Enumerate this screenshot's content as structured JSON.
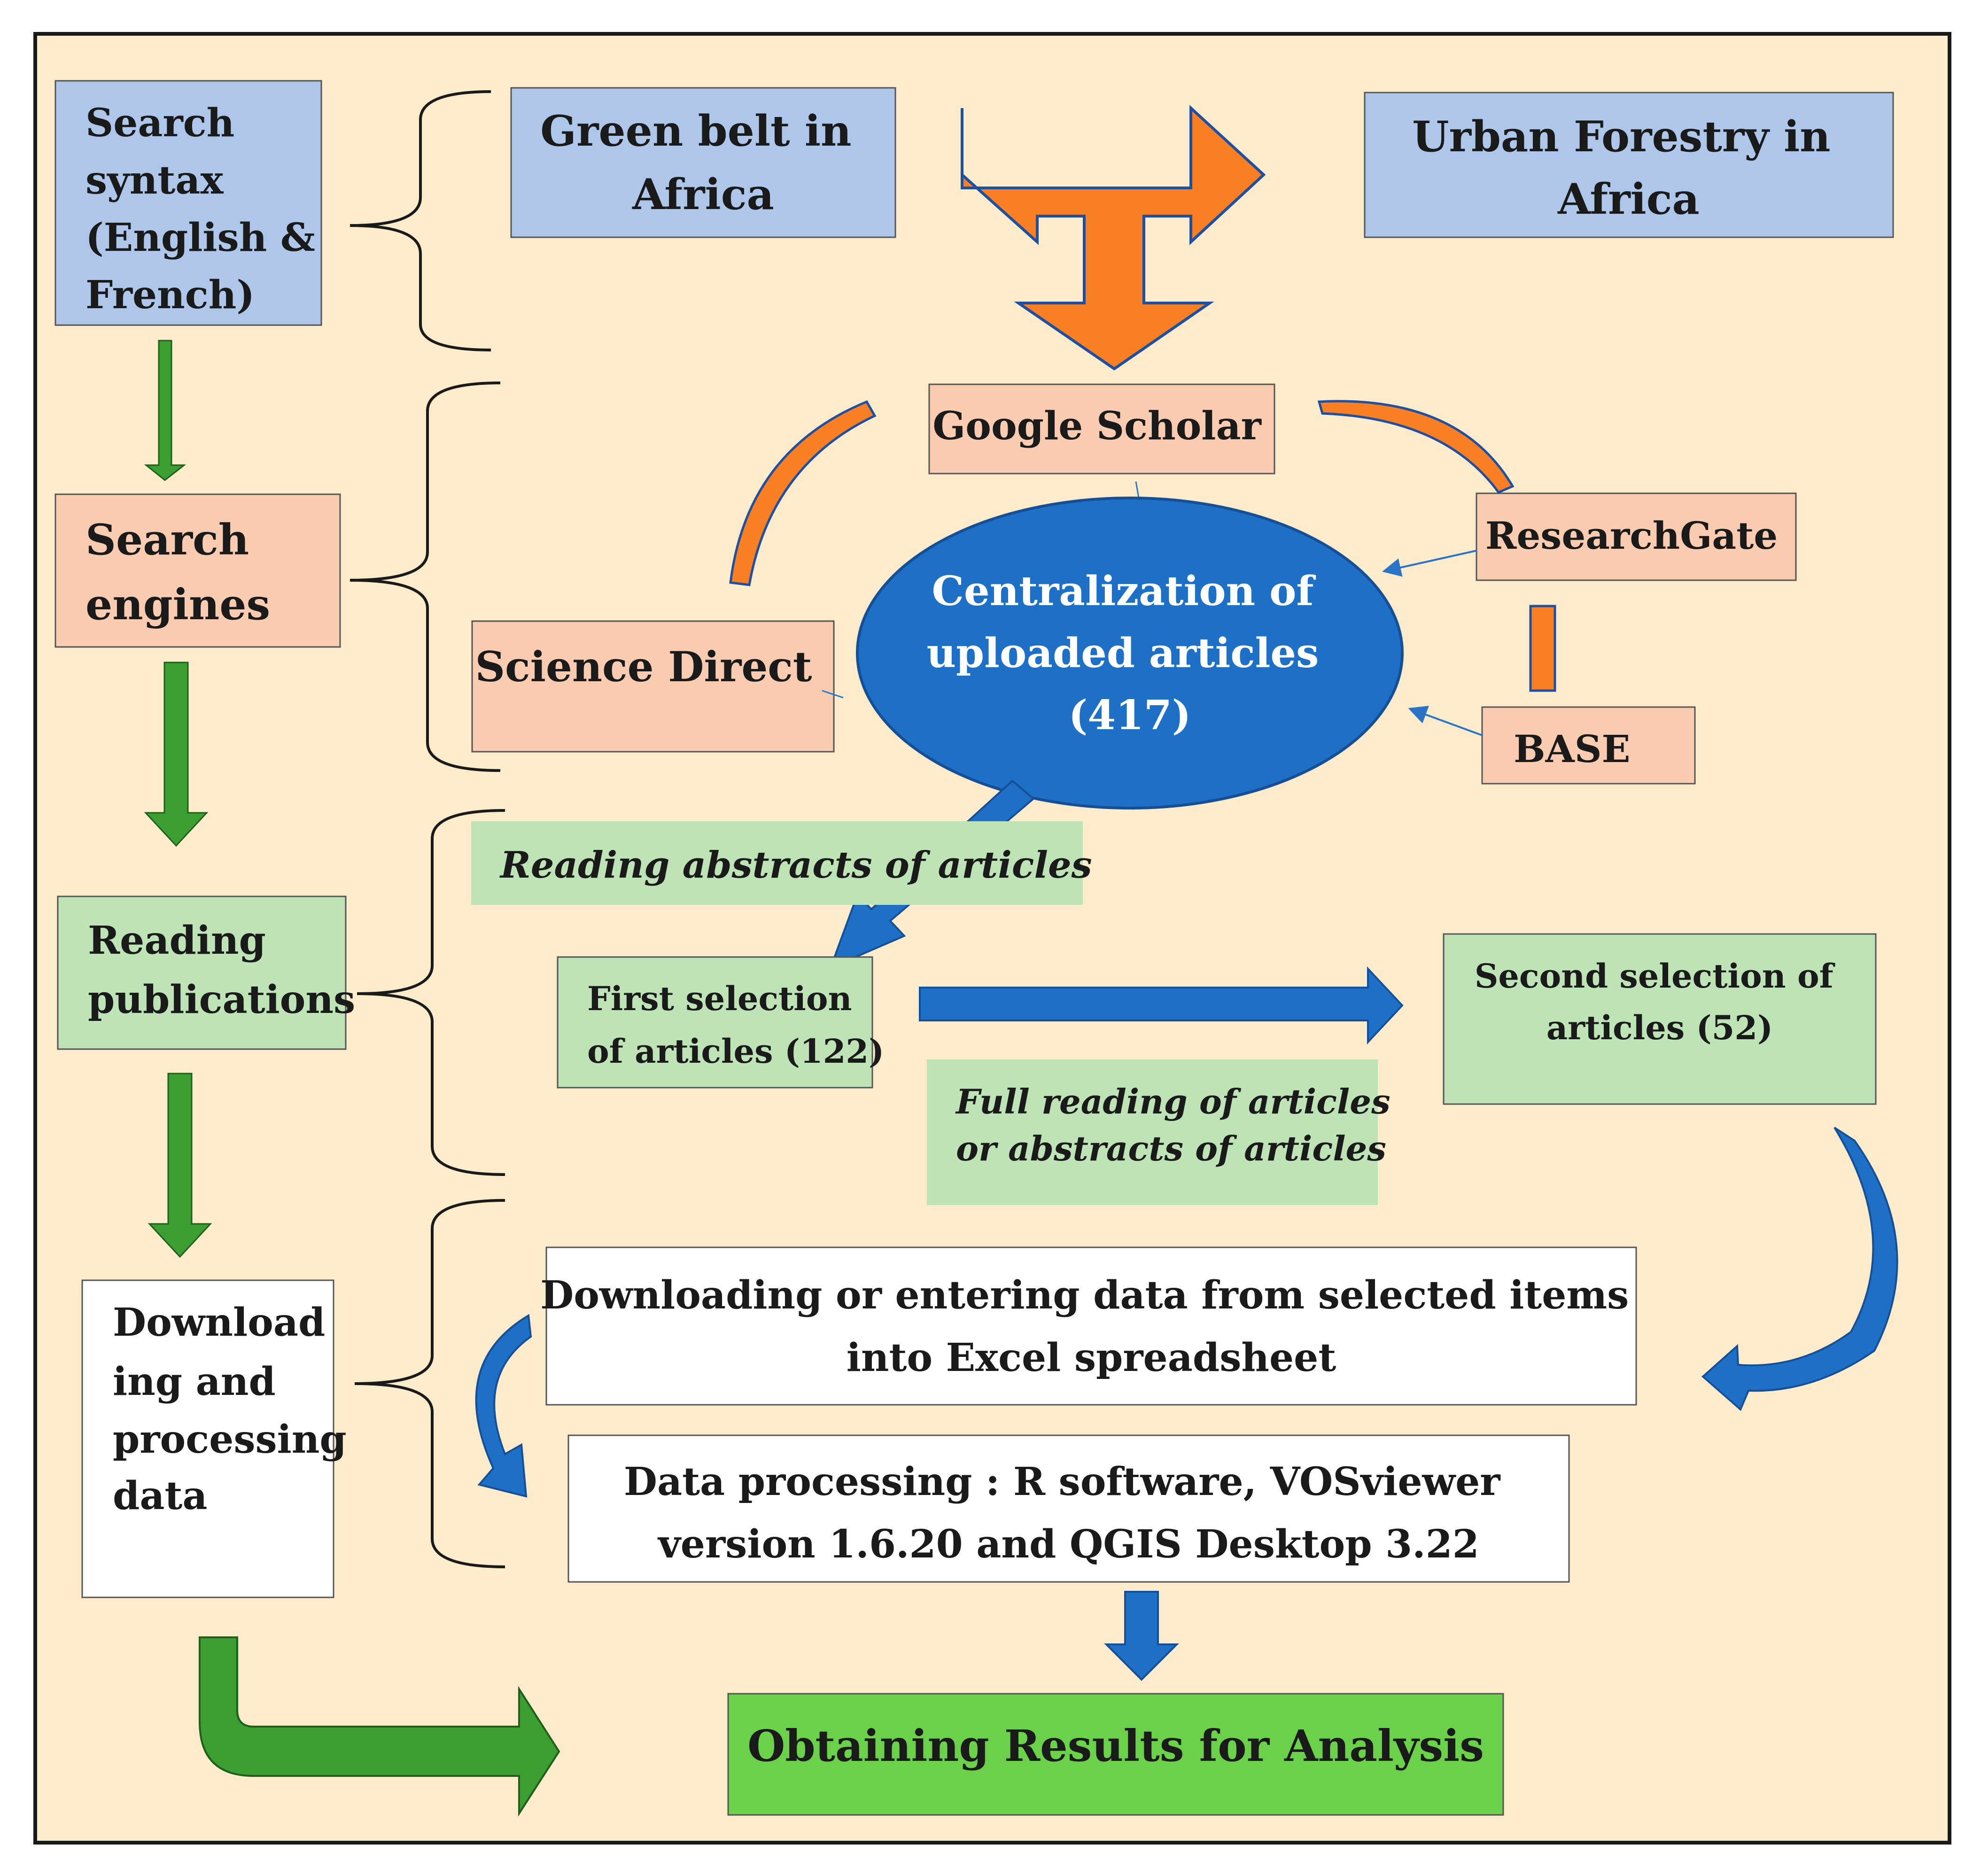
{
  "colors": {
    "background": "#fdeccb",
    "blue_box": "#aec6ea",
    "salmon_box": "#f9ccb1",
    "green_box": "#bde3b7",
    "white_box": "#ffffff",
    "result_box": "#6bd04a",
    "orange_arrow": "#f97f24",
    "blue_arrow": "#1f6fc5",
    "green_arrow": "#3b9e33",
    "ellipse": "#1e6fc6"
  },
  "left_column": {
    "search_syntax": [
      "Search",
      "syntax",
      "(English &",
      "French)"
    ],
    "search_engines": [
      "Search",
      "engines"
    ],
    "reading_publications": [
      "Reading",
      "publications"
    ],
    "downloading_processing": [
      "Download",
      "ing and",
      "processing",
      "data"
    ]
  },
  "topics": {
    "green_belt": [
      "Green belt in",
      "Africa"
    ],
    "urban_forestry": [
      "Urban Forestry in",
      "Africa"
    ]
  },
  "engines": {
    "google_scholar": "Google Scholar",
    "researchgate": "ResearchGate",
    "science_direct": "Science Direct",
    "base": "BASE"
  },
  "centralization": [
    "Centralization of",
    "uploaded articles",
    "(417)"
  ],
  "reading": {
    "abstracts_label": "Reading abstracts of articles",
    "first_selection": [
      "First selection",
      "of articles (122)"
    ],
    "second_selection": [
      "Second selection of",
      "articles (52)"
    ],
    "full_reading_label": [
      "Full reading of articles",
      "or abstracts of articles"
    ]
  },
  "processing": {
    "downloading": [
      "Downloading or entering data from selected items",
      "into Excel spreadsheet"
    ],
    "data_processing": [
      "Data processing : R software, VOSviewer",
      "version 1.6.20 and QGIS Desktop 3.22"
    ]
  },
  "result": "Obtaining Results for Analysis"
}
